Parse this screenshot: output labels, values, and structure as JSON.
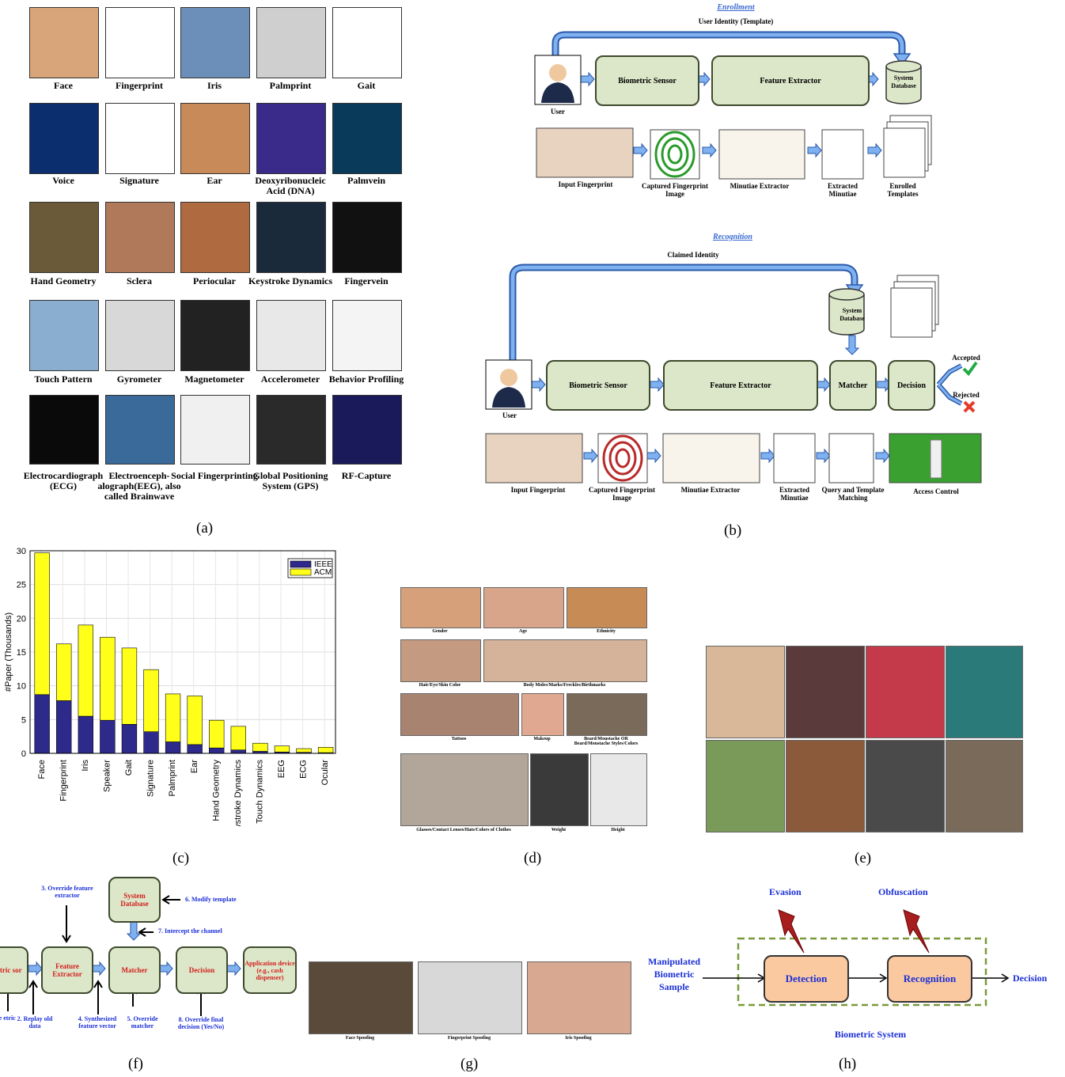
{
  "panel_labels": {
    "a": "(a)",
    "b": "(b)",
    "c": "(c)",
    "d": "(d)",
    "e": "(e)",
    "f": "(f)",
    "g": "(g)",
    "h": "(h)"
  },
  "traits": [
    "Face",
    "Fingerprint",
    "Iris",
    "Palmprint",
    "Gait",
    "Voice",
    "Signature",
    "Ear",
    "Deoxyribonucleic Acid (DNA)",
    "Palmvein",
    "Hand Geometry",
    "Sclera",
    "Periocular",
    "Keystroke Dynamics",
    "Fingervein",
    "Touch Pattern",
    "Gyrometer",
    "Magnetometer",
    "Accelerometer",
    "Behavior Profiling",
    "Electrocardiograph (ECG)",
    "Electroenceph-alograph(EEG), also called Brainwave",
    "Social Fingerprinting",
    "Global Positioning System (GPS)",
    "RF-Capture"
  ],
  "trait_colors": [
    "#d8a57a",
    "#ffffff",
    "#6b8fb8",
    "#cfcfcf",
    "#ffffff",
    "#0b2e6e",
    "#ffffff",
    "#c98a5a",
    "#3a2a8a",
    "#0a3a5a",
    "#6b5a3a",
    "#b07a5a",
    "#b06a40",
    "#1a2a3a",
    "#111111",
    "#8aaed0",
    "#d8d8d8",
    "#222222",
    "#e8e8e8",
    "#f4f4f4",
    "#0a0a0a",
    "#3a6a9a",
    "#f0f0f0",
    "#2a2a2a",
    "#1a1a5a"
  ],
  "panel_b": {
    "enrollment_title": "Enrollment",
    "enroll_identity": "User Identity (Template)",
    "user": "User",
    "biometric_sensor": "Biometric Sensor",
    "feature_extractor": "Feature Extractor",
    "system_database": "System Database",
    "enroll_steps": [
      "Input Fingerprint",
      "Captured Fingerprint Image",
      "Minutiae Extractor",
      "Extracted Minutiae",
      "Enrolled Templates"
    ],
    "recognition_title": "Recognition",
    "claimed_identity": "Claimed Identity",
    "matcher": "Matcher",
    "decision": "Decision",
    "accepted": "Accepted",
    "rejected": "Rejected",
    "recog_steps": [
      "Input Fingerprint",
      "Captured Fingerprint Image",
      "Minutiae Extractor",
      "Extracted Minutiae",
      "Query and Template Matching",
      "Access Control"
    ]
  },
  "chart_data": {
    "type": "bar",
    "stacked": true,
    "categories": [
      "Face",
      "Fingerprint",
      "Iris",
      "Speaker",
      "Gait",
      "Signature",
      "Palmprint",
      "Ear",
      "Hand Geometry",
      "Keystroke Dynamics",
      "Touch Dynamics",
      "EEG",
      "ECG",
      "Ocular"
    ],
    "series": [
      {
        "name": "IEEE",
        "color": "#2d2a8c",
        "values": [
          8.7,
          7.8,
          5.5,
          4.9,
          4.3,
          3.2,
          1.7,
          1.3,
          0.8,
          0.5,
          0.3,
          0.2,
          0.15,
          0.1
        ]
      },
      {
        "name": "ACM",
        "color": "#ffff1a",
        "values": [
          21.0,
          8.4,
          13.5,
          12.3,
          11.3,
          9.2,
          7.1,
          7.2,
          4.1,
          3.5,
          1.2,
          0.9,
          0.55,
          0.8
        ]
      }
    ],
    "ylabel": "#Paper (Thousands)",
    "ylim": [
      0,
      30
    ],
    "yticks": [
      0,
      5,
      10,
      15,
      20,
      25,
      30
    ],
    "grid": true,
    "legend": "top-right"
  },
  "panel_d": {
    "labels": [
      "Gender",
      "Age",
      "Ethnicity",
      "Hair/Eye/Skin Color",
      "Body Moles/Marks/Freckles/Birthmarks",
      "Tattoos",
      "Makeup",
      "Beard/Moustache OR Beard/Moustache Styles/Colors",
      "Glasses/Contact Lenses/Hats/Colors of Clothes",
      "Weight",
      "Height"
    ]
  },
  "panel_f": {
    "system_database": "System Database",
    "feature_extractor": "Feature Extractor",
    "matcher": "Matcher",
    "decision": "Decision",
    "app_device": "Application device (e.g., cash dispenser)",
    "sensor_partial": "metric sor",
    "a3": "3. Override feature extractor",
    "a6": "6. Modify template",
    "a7": "7. Intercept the channel",
    "a1_partial": "ake etric",
    "a2": "2. Replay old data",
    "a4": "4. Synthesized feature vector",
    "a5": "5. Override matcher",
    "a8": "8. Override final decision (Yes/No)"
  },
  "panel_g": {
    "labels": [
      "Face Spoofing",
      "Fingerprint Spoofing",
      "Iris Spoofing"
    ]
  },
  "panel_h": {
    "evasion": "Evasion",
    "obfuscation": "Obfuscation",
    "input": "Manipulated Biometric Sample",
    "detection": "Detection",
    "recognition": "Recognition",
    "output": "Decision",
    "system": "Biometric System"
  }
}
